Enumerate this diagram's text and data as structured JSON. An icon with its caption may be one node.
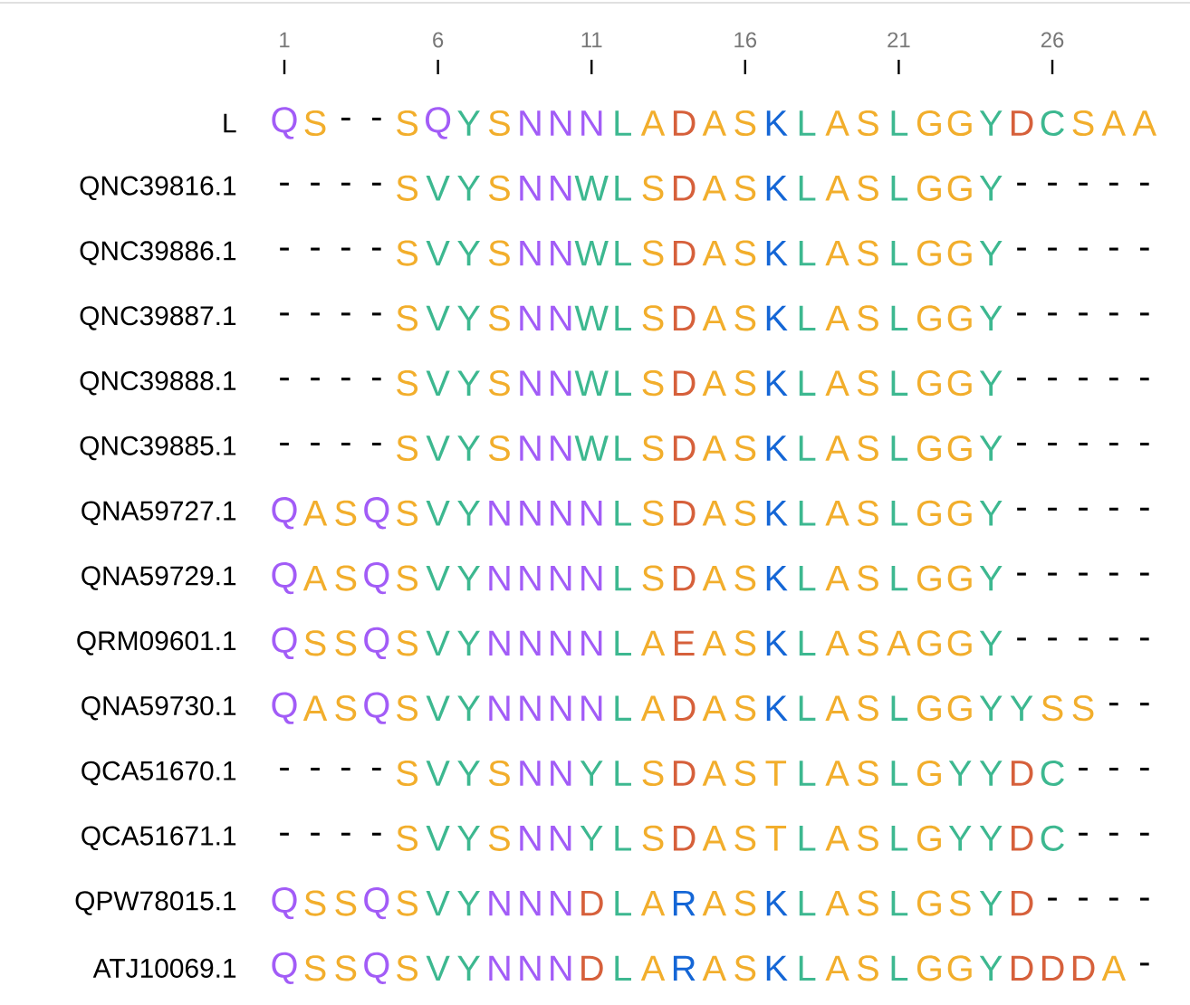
{
  "diagram": {
    "labels": [
      "1",
      "6",
      "11",
      "16",
      "21",
      "26",
      "L",
      "Q",
      "S",
      "-",
      "-",
      "S",
      "Q",
      "Y",
      "S",
      "N",
      "N",
      "N",
      "L",
      "A",
      "D",
      "A",
      "S",
      "K",
      "L",
      "A",
      "S",
      "L",
      "G",
      "G",
      "Y",
      "D",
      "C",
      "S",
      "A",
      "A",
      "QNC39816.1",
      "-",
      "-",
      "-",
      "-",
      "S",
      "V",
      "Y",
      "S",
      "N",
      "N",
      "W",
      "L",
      "S",
      "D",
      "A",
      "S",
      "K",
      "L",
      "A",
      "S",
      "L",
      "G",
      "G",
      "Y",
      "-",
      "-",
      "-",
      "-",
      "-",
      "QNC39886.1",
      "-",
      "-",
      "-",
      "-",
      "S",
      "V",
      "Y",
      "S",
      "N",
      "N",
      "W",
      "L",
      "S",
      "D",
      "A",
      "S",
      "K",
      "L",
      "A",
      "S",
      "L",
      "G",
      "G",
      "Y",
      "-",
      "-",
      "-",
      "-",
      "-",
      "QNC39887.1",
      "-",
      "-",
      "-",
      "-",
      "S",
      "V",
      "Y",
      "S",
      "N",
      "N",
      "W",
      "L",
      "S",
      "D",
      "A",
      "S",
      "K",
      "L",
      "A",
      "S",
      "L",
      "G",
      "G",
      "Y",
      "-",
      "-",
      "-",
      "-",
      "-",
      "QNC39888.1",
      "-",
      "-",
      "-",
      "-",
      "S",
      "V",
      "Y",
      "S",
      "N",
      "N",
      "W",
      "L",
      "S",
      "D",
      "A",
      "S",
      "K",
      "L",
      "A",
      "S",
      "L",
      "G",
      "G",
      "Y",
      "-",
      "-",
      "-",
      "-",
      "-",
      "QNC39885.1",
      "-",
      "-",
      "-",
      "-",
      "S",
      "V",
      "Y",
      "S",
      "N",
      "N",
      "W",
      "L",
      "S",
      "D",
      "A",
      "S",
      "K",
      "L",
      "A",
      "S",
      "L",
      "G",
      "G",
      "Y",
      "-",
      "-",
      "-",
      "-",
      "-",
      "QNA59727.1",
      "Q",
      "A",
      "S",
      "Q",
      "S",
      "V",
      "Y",
      "N",
      "N",
      "N",
      "N",
      "L",
      "S",
      "D",
      "A",
      "S",
      "K",
      "L",
      "A",
      "S",
      "L",
      "G",
      "G",
      "Y",
      "-",
      "-",
      "-",
      "-",
      "-",
      "QNA59729.1",
      "Q",
      "A",
      "S",
      "Q",
      "S",
      "V",
      "Y",
      "N",
      "N",
      "N",
      "N",
      "L",
      "S",
      "D",
      "A",
      "S",
      "K",
      "L",
      "A",
      "S",
      "L",
      "G",
      "G",
      "Y",
      "-",
      "-",
      "-",
      "-",
      "-",
      "QRM09601.1",
      "Q",
      "S",
      "S",
      "Q",
      "S",
      "V",
      "Y",
      "N",
      "N",
      "N",
      "N",
      "L",
      "A",
      "E",
      "A",
      "S",
      "K",
      "L",
      "A",
      "S",
      "A",
      "G",
      "G",
      "Y",
      "-",
      "-",
      "-",
      "-",
      "-",
      "QNA59730.1",
      "Q",
      "A",
      "S",
      "Q",
      "S",
      "V",
      "Y",
      "N",
      "N",
      "N",
      "N",
      "L",
      "A",
      "D",
      "A",
      "S",
      "K",
      "L",
      "A",
      "S",
      "L",
      "G",
      "G",
      "Y",
      "Y",
      "S",
      "S",
      "-",
      "-",
      "QCA51670.1",
      "-",
      "-",
      "-",
      "-",
      "S",
      "V",
      "Y",
      "S",
      "N",
      "N",
      "Y",
      "L",
      "S",
      "D",
      "A",
      "S",
      "T",
      "L",
      "A",
      "S",
      "L",
      "G",
      "Y",
      "Y",
      "D",
      "C",
      "-",
      "-",
      "-",
      "QCA51671.1",
      "-",
      "-",
      "-",
      "-",
      "S",
      "V",
      "Y",
      "S",
      "N",
      "N",
      "Y",
      "L",
      "S",
      "D",
      "A",
      "S",
      "T",
      "L",
      "A",
      "S",
      "L",
      "G",
      "Y",
      "Y",
      "D",
      "C",
      "-",
      "-",
      "-",
      "QPW78015.1",
      "Q",
      "S",
      "S",
      "Q",
      "S",
      "V",
      "Y",
      "N",
      "N",
      "N",
      "D",
      "L",
      "A",
      "R",
      "A",
      "S",
      "K",
      "L",
      "A",
      "S",
      "L",
      "G",
      "S",
      "Y",
      "D",
      "-",
      "-",
      "-",
      "-",
      "ATJ10069.1",
      "Q",
      "S",
      "S",
      "Q",
      "S",
      "V",
      "Y",
      "N",
      "N",
      "N",
      "D",
      "L",
      "A",
      "R",
      "A",
      "S",
      "K",
      "L",
      "A",
      "S",
      "L",
      "G",
      "G",
      "Y",
      "D",
      "D",
      "D",
      "A",
      "-"
    ]
  }
}
